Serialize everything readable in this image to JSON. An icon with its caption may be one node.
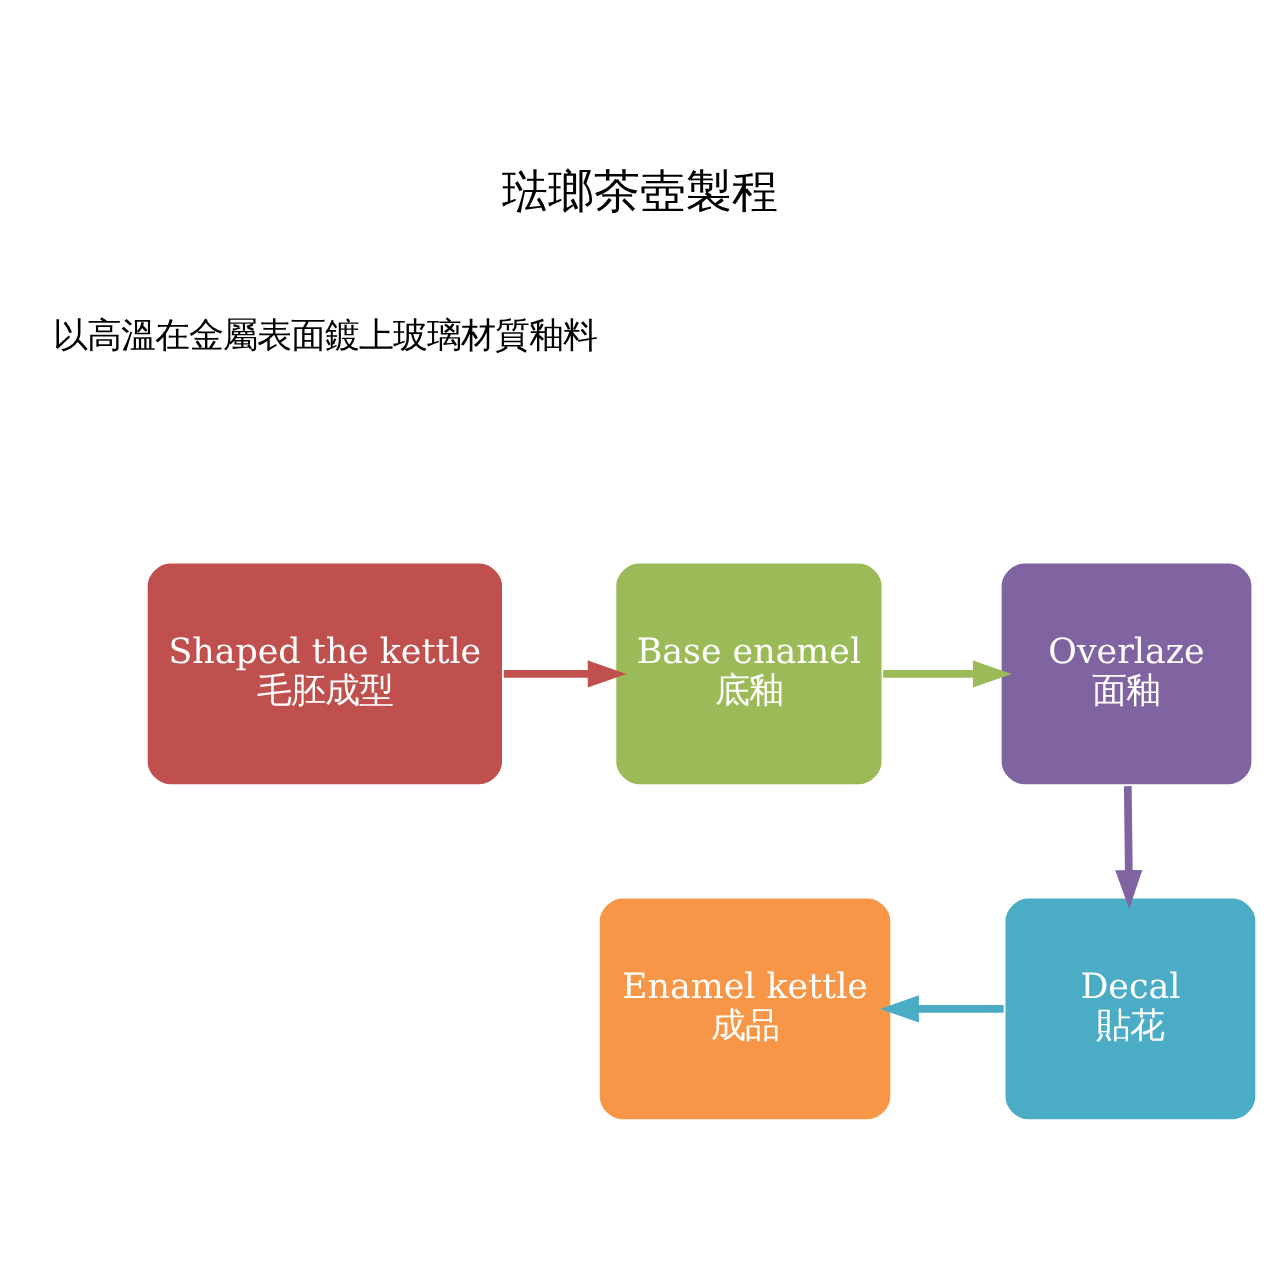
{
  "diagram": {
    "title": "琺瑯茶壺製程",
    "nodes": [
      {
        "text": [
          "Shaped the kettle",
          "毛胚成型"
        ]
      },
      {
        "text": [
          "Base enamel",
          "底釉"
        ]
      },
      {
        "text": [
          "Overlaze",
          "面釉"
        ]
      },
      {
        "text": [
          "Decal",
          "貼花"
        ]
      },
      {
        "text": [
          "Enamel kettle",
          "成品"
        ]
      }
    ],
    "edges": [
      {
        "from": 0,
        "to": 1,
        "arrow": "to",
        "color": "#c0504d"
      },
      {
        "from": 1,
        "to": 2,
        "arrow": "to",
        "color": "#9bbb59"
      },
      {
        "from": 2,
        "to": 3,
        "arrow": "to",
        "color": "#8064a2"
      },
      {
        "from": 3,
        "to": 4,
        "arrow": "to",
        "color": "#4bacc6"
      }
    ],
    "labels": [
      "以高溫在金屬表面鍍上玻璃材質釉料"
    ]
  }
}
